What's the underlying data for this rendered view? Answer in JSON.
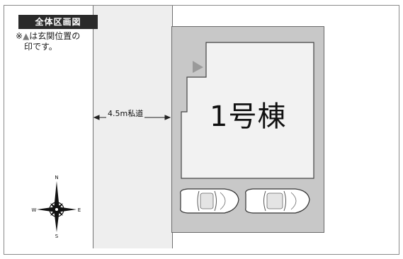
{
  "title": "全体区画図",
  "note": {
    "line1_prefix": "※",
    "line1_mark": "▲",
    "line1_text": "は玄関位置の",
    "line2": "印です。"
  },
  "road_label": "4.5m私道",
  "building_label": "1号棟",
  "compass": {
    "north": "N",
    "south": "S",
    "east": "E",
    "west": "W"
  },
  "parking_spaces": 2,
  "colors": {
    "lot_fill": "#c8c8c8",
    "building_fill": "#f2f2f2",
    "road_fill": "#eeeeee",
    "badge_bg": "#2a2a2a",
    "entrance_marker": "#9a9a9a"
  }
}
